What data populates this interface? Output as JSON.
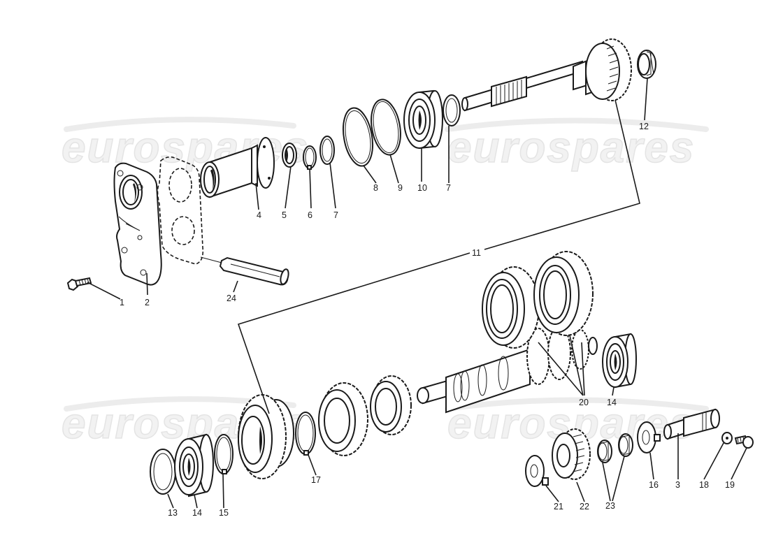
{
  "diagram": {
    "type": "exploded-parts-view",
    "subject": "gearbox input shaft and layshaft assembly",
    "watermark": "eurospares",
    "callouts": [
      {
        "id": "c1",
        "label": "1",
        "part": "bolt"
      },
      {
        "id": "c2",
        "label": "2",
        "part": "cover plate"
      },
      {
        "id": "c24",
        "label": "24",
        "part": "sealant tube"
      },
      {
        "id": "c4",
        "label": "4",
        "part": "bearing sleeve"
      },
      {
        "id": "c5",
        "label": "5",
        "part": "oil seal"
      },
      {
        "id": "c6",
        "label": "6",
        "part": "circlip"
      },
      {
        "id": "c7a",
        "label": "7",
        "part": "shim washer"
      },
      {
        "id": "c8",
        "label": "8",
        "part": "ring"
      },
      {
        "id": "c9",
        "label": "9",
        "part": "snap ring"
      },
      {
        "id": "c10",
        "label": "10",
        "part": "ball bearing"
      },
      {
        "id": "c7b",
        "label": "7",
        "part": "shim washer"
      },
      {
        "id": "c12",
        "label": "12",
        "part": "needle roller cage"
      },
      {
        "id": "c11",
        "label": "11",
        "part": "gear set (input shaft and layshaft)"
      },
      {
        "id": "c20",
        "label": "20",
        "part": "layshaft gears"
      },
      {
        "id": "c14a",
        "label": "14",
        "part": "ball bearing"
      },
      {
        "id": "c13",
        "label": "13",
        "part": "shim"
      },
      {
        "id": "c14b",
        "label": "14",
        "part": "ball bearing"
      },
      {
        "id": "c15",
        "label": "15",
        "part": "circlip"
      },
      {
        "id": "c17",
        "label": "17",
        "part": "circlip"
      },
      {
        "id": "c21",
        "label": "21",
        "part": "tab washer"
      },
      {
        "id": "c22",
        "label": "22",
        "part": "reverse idler gear"
      },
      {
        "id": "c23",
        "label": "23",
        "part": "needle roller bearings"
      },
      {
        "id": "c16",
        "label": "16",
        "part": "thrust washer"
      },
      {
        "id": "c3",
        "label": "3",
        "part": "idler shaft"
      },
      {
        "id": "c18",
        "label": "18",
        "part": "washer"
      },
      {
        "id": "c19",
        "label": "19",
        "part": "screw"
      }
    ]
  }
}
